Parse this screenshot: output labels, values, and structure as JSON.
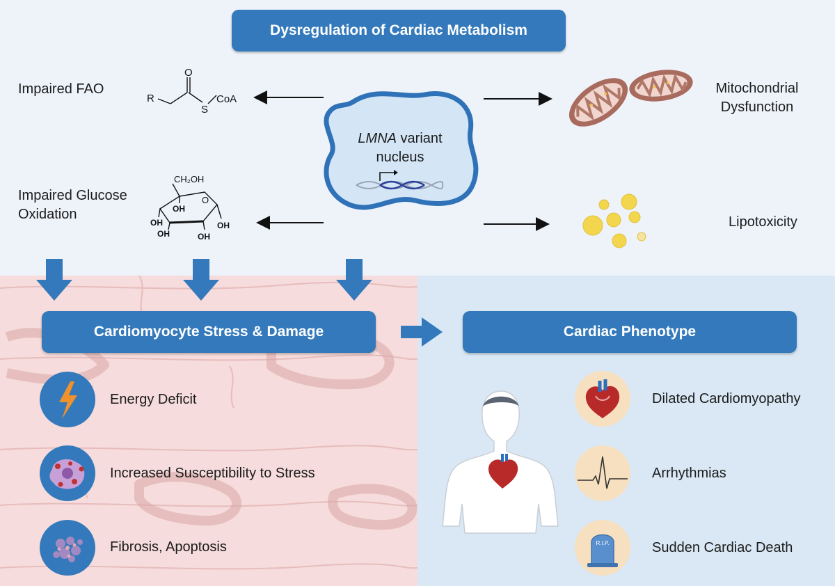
{
  "headers": {
    "top": "Dysregulation of Cardiac Metabolism",
    "stress": "Cardiomyocyte Stress & Damage",
    "phenotype": "Cardiac Phenotype"
  },
  "nucleus": {
    "gene": "LMNA",
    "line1_suffix": " variant",
    "line2": "nucleus"
  },
  "metabolism": {
    "fao": "Impaired FAO",
    "glucose_line1": "Impaired Glucose",
    "glucose_line2": "Oxidation",
    "mito_line1": "Mitochondrial",
    "mito_line2": "Dysfunction",
    "lipotoxicity": "Lipotoxicity"
  },
  "chem": {
    "r": "R",
    "o": "O",
    "s": "S",
    "coa": "CoA",
    "ch2oh": "CH₂OH",
    "oh": "OH",
    "ring_o": "O"
  },
  "stress_items": [
    {
      "label": "Energy Deficit",
      "icon": "lightning-bolt-icon"
    },
    {
      "label": "Increased Susceptibility to Stress",
      "icon": "stressed-cell-icon"
    },
    {
      "label": "Fibrosis, Apoptosis",
      "icon": "fibrosis-icon"
    }
  ],
  "phenotype_items": [
    {
      "label": "Dilated Cardiomyopathy",
      "icon": "heart-icon"
    },
    {
      "label": "Arrhythmias",
      "icon": "ecg-icon"
    },
    {
      "label": "Sudden Cardiac Death",
      "icon": "gravestone-icon"
    }
  ],
  "tombstone_text": "R.I.P.",
  "colors": {
    "header_blue": "#3379bb",
    "top_bg": "#eef3fa",
    "left_bg": "#f6dcdc",
    "right_bg": "#d9e8f4",
    "nucleus_border": "#2f72b8",
    "lipid": "#f3d64d"
  }
}
